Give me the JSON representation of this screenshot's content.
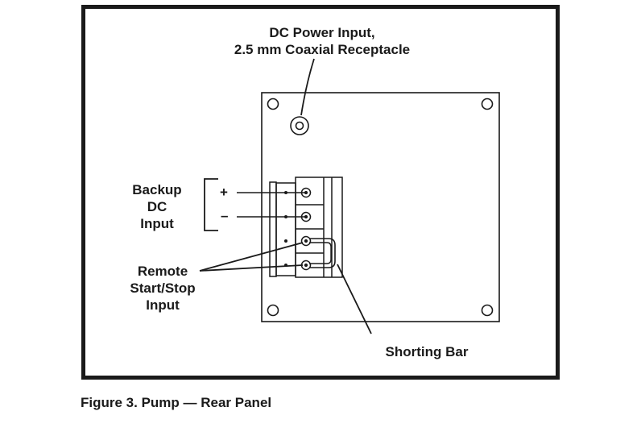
{
  "labels": {
    "dc_power_line1": "DC Power Input,",
    "dc_power_line2": "2.5 mm Coaxial Receptacle",
    "backup_line1": "Backup",
    "backup_line2": "DC",
    "backup_line3": "Input",
    "plus": "+",
    "minus": "–",
    "remote_line1": "Remote",
    "remote_line2": "Start/Stop",
    "remote_line3": "Input",
    "shorting_bar": "Shorting Bar"
  },
  "caption": "Figure 3.  Pump — Rear Panel",
  "colors": {
    "ink": "#1a1a1a",
    "background": "#ffffff"
  }
}
